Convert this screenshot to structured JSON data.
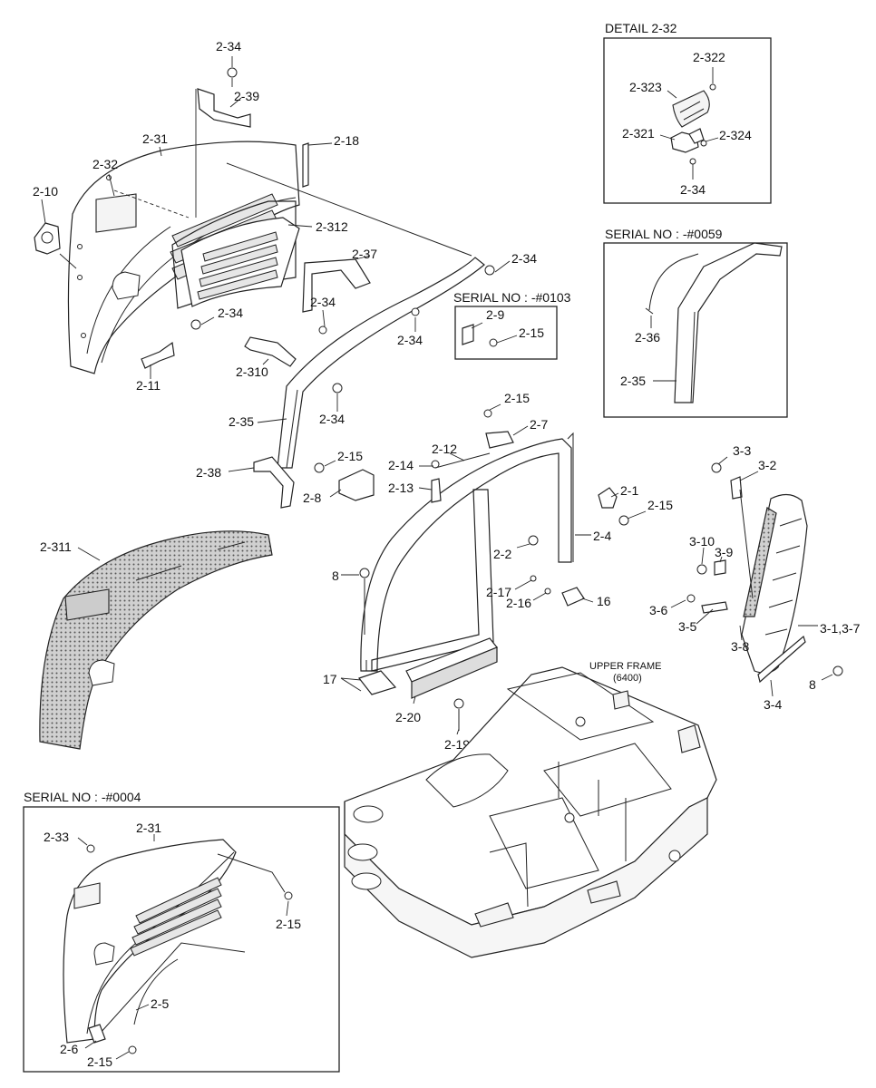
{
  "detail_box": {
    "title": "DETAIL 2-32",
    "labels": [
      "2-322",
      "2-323",
      "2-321",
      "2-324",
      "2-34"
    ]
  },
  "serial_0059": {
    "title": "SERIAL NO : -#0059",
    "labels": [
      "2-36",
      "2-35"
    ]
  },
  "serial_0103": {
    "title": "SERIAL NO : -#0103",
    "labels": [
      "2-9",
      "2-15"
    ]
  },
  "serial_0004": {
    "title": "SERIAL NO : -#0004",
    "labels": [
      "2-33",
      "2-31",
      "2-15",
      "2-5",
      "2-6",
      "2-15"
    ]
  },
  "upper_frame": {
    "line1": "UPPER FRAME",
    "line2": "(6400)"
  },
  "cover_labels": [
    "2-34",
    "2-39",
    "2-31",
    "2-32",
    "2-10",
    "2-18",
    "2-312",
    "2-37",
    "2-34",
    "2-34",
    "2-34",
    "2-11",
    "2-310",
    "2-34",
    "2-35",
    "2-38",
    "2-34",
    "2-311"
  ],
  "frame_labels": [
    "2-15",
    "2-7",
    "2-12",
    "2-14",
    "2-15",
    "2-13",
    "2-8",
    "2-1",
    "2-15",
    "2-4",
    "2-2",
    "2-17",
    "2-16",
    "16",
    "8",
    "17",
    "2-20",
    "2-19"
  ],
  "side_labels": [
    "3-3",
    "3-2",
    "3-10",
    "3-9",
    "3-6",
    "3-5",
    "3-8",
    "3-1,3-7",
    "3-4",
    "8"
  ]
}
